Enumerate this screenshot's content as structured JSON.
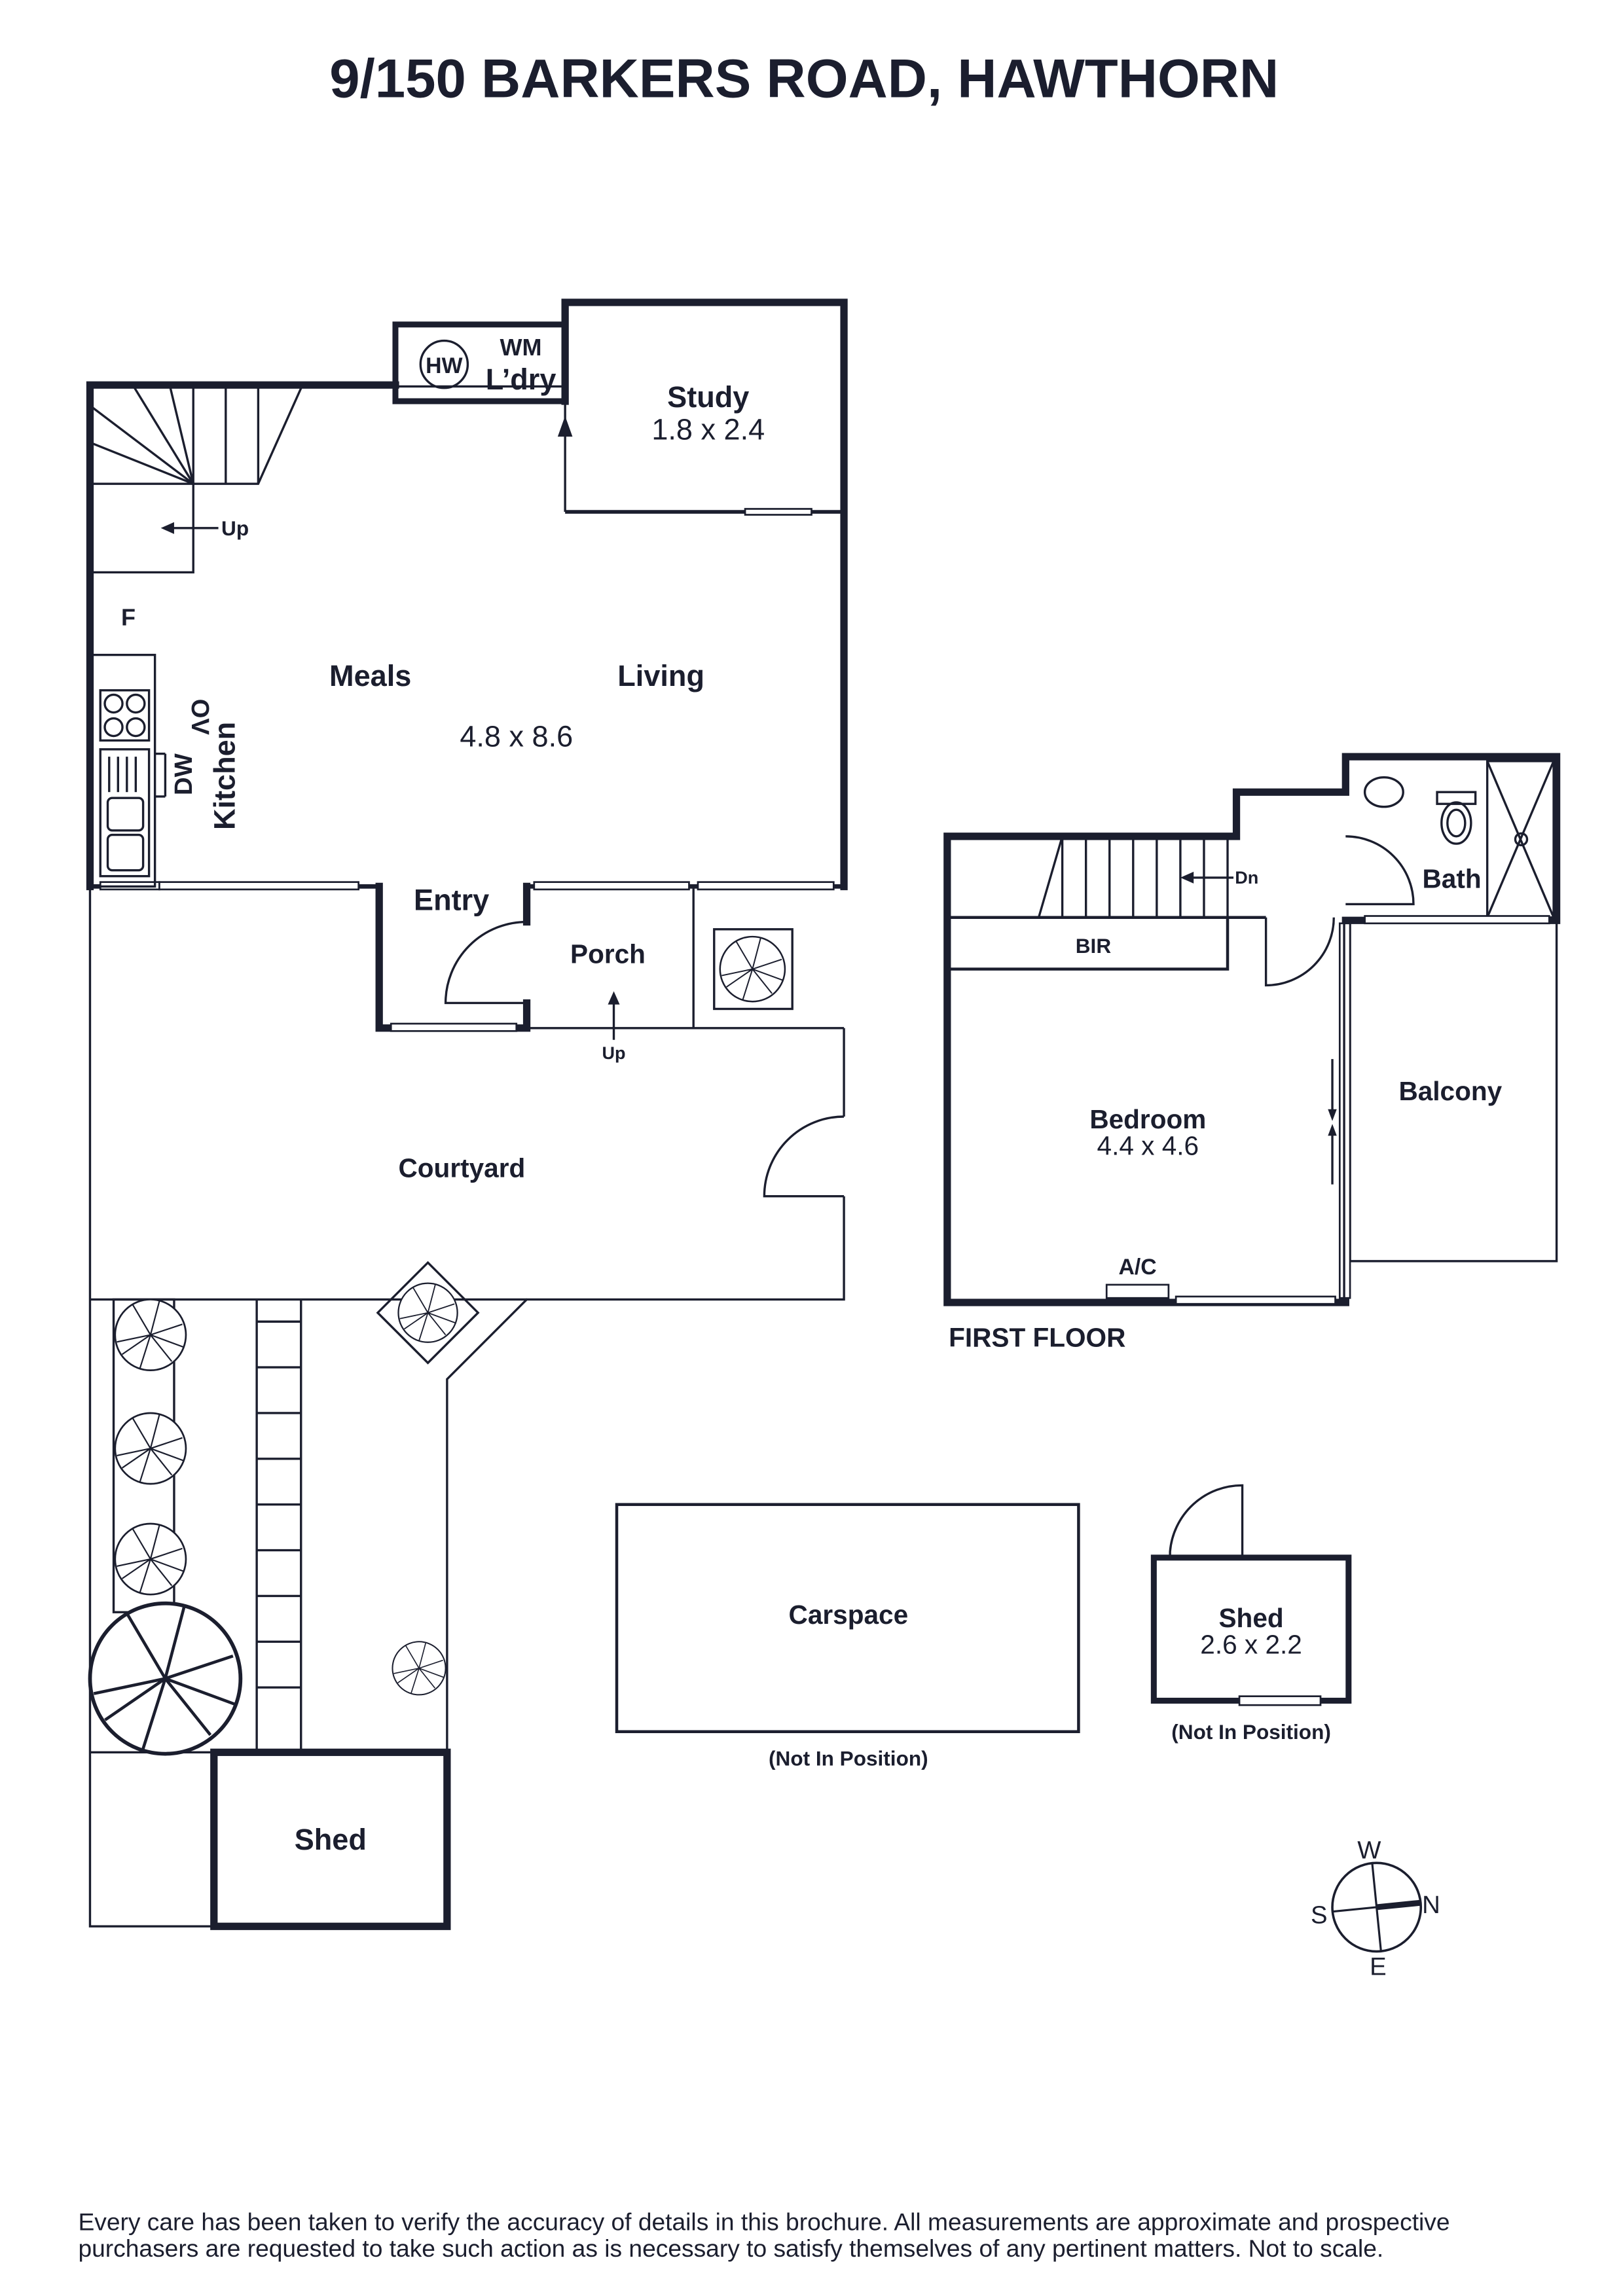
{
  "title": "9/150 BARKERS ROAD, HAWTHORN",
  "ground_floor": {
    "rooms": {
      "study": {
        "name": "Study",
        "dims": "1.8 x 2.4"
      },
      "laundry": {
        "name": "L’dry",
        "wm": "WM",
        "hw": "HW"
      },
      "meals": {
        "name": "Meals"
      },
      "living": {
        "name": "Living",
        "dims": "4.8 x 8.6"
      },
      "kitchen": {
        "name": "Kitchen",
        "ov": "OV",
        "dw": "DW",
        "fridge": "F"
      },
      "entry": {
        "name": "Entry"
      },
      "porch": {
        "name": "Porch"
      },
      "courtyard": {
        "name": "Courtyard"
      },
      "shed": {
        "name": "Shed"
      }
    },
    "stair_up": "Up",
    "porch_up": "Up"
  },
  "first_floor": {
    "label": "FIRST FLOOR",
    "stair_down": "Dn",
    "bir": "BIR",
    "bath": "Bath",
    "balcony": "Balcony",
    "bedroom": {
      "name": "Bedroom",
      "dims": "4.4 x 4.6"
    },
    "ac": "A/C"
  },
  "carspace": {
    "name": "Carspace",
    "note": "(Not In Position)"
  },
  "shed2": {
    "name": "Shed",
    "dims": "2.6 x 2.2",
    "note": "(Not In Position)"
  },
  "compass": {
    "w": "W",
    "n": "N",
    "s": "S",
    "e": "E"
  },
  "disclaimer": {
    "line1": "Every care has been taken to verify the accuracy of details in this brochure. All measurements are approximate and prospective",
    "line2": "purchasers are requested to take such action as is necessary to satisfy themselves of any pertinent matters. Not to scale."
  },
  "colors": {
    "ink": "#1b1e2e"
  }
}
